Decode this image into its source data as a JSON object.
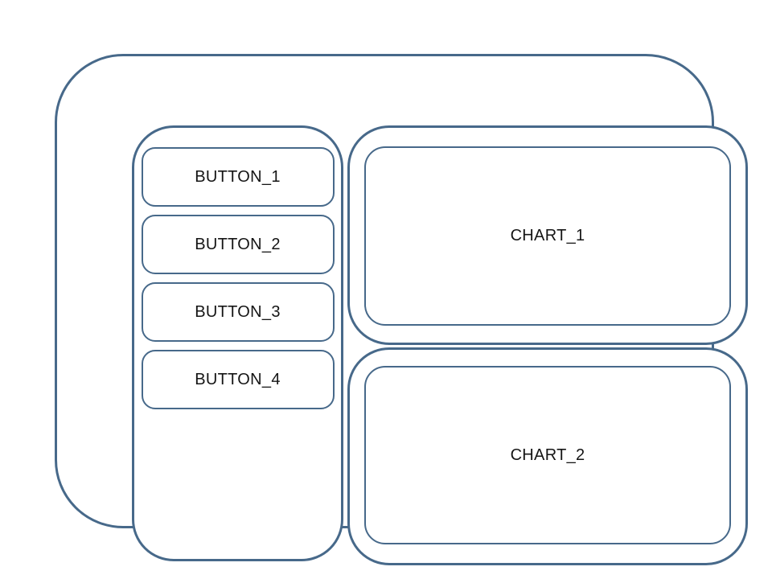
{
  "colors": {
    "stroke": "#47698a",
    "text": "#151515",
    "surface": "#ffffff"
  },
  "panel": {
    "buttons": [
      {
        "label": "BUTTON_1"
      },
      {
        "label": "BUTTON_2"
      },
      {
        "label": "BUTTON_3"
      },
      {
        "label": "BUTTON_4"
      }
    ]
  },
  "charts": [
    {
      "label": "CHART_1"
    },
    {
      "label": "CHART_2"
    }
  ]
}
